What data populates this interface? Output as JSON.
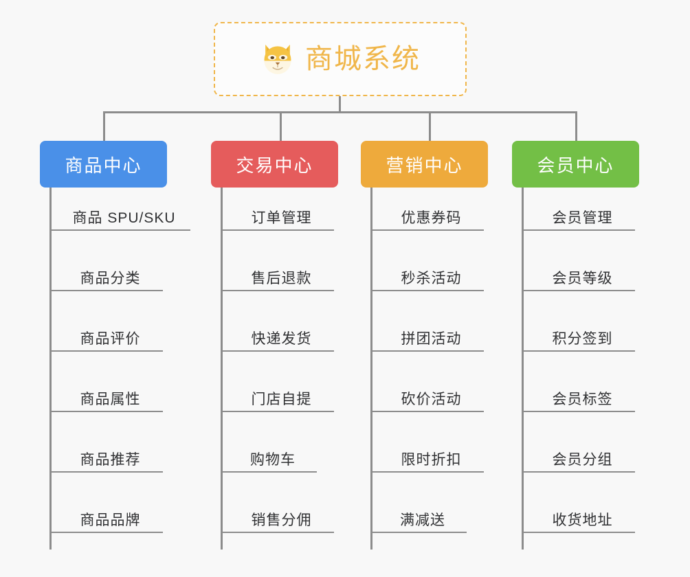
{
  "page": {
    "background_color": "#f8f8f8",
    "connector_color": "#8c8c8c"
  },
  "root": {
    "title": "商城系统",
    "icon": "shiba-dog-face-icon",
    "border_color": "#f0b64a",
    "text_color": "#f0b64a",
    "background_color": "#fcfcfc"
  },
  "branches": [
    {
      "label": "商品中心",
      "color": "#4a90e8",
      "items": [
        "商品 SPU/SKU",
        "商品分类",
        "商品评价",
        "商品属性",
        "商品推荐",
        "商品品牌"
      ]
    },
    {
      "label": "交易中心",
      "color": "#e55c5c",
      "items": [
        "订单管理",
        "售后退款",
        "快递发货",
        "门店自提",
        "购物车",
        "销售分佣"
      ]
    },
    {
      "label": "营销中心",
      "color": "#eeaa3c",
      "items": [
        "优惠券码",
        "秒杀活动",
        "拼团活动",
        "砍价活动",
        "限时折扣",
        "满减送"
      ]
    },
    {
      "label": "会员中心",
      "color": "#73bf46",
      "items": [
        "会员管理",
        "会员等级",
        "积分签到",
        "会员标签",
        "会员分组",
        "收货地址"
      ]
    }
  ]
}
